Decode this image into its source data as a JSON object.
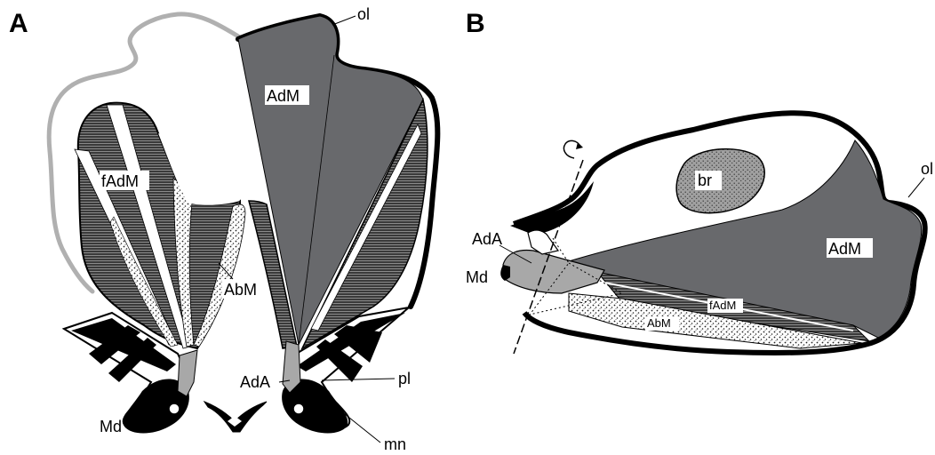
{
  "panel_a": {
    "letter": "A",
    "labels": {
      "ol": "ol",
      "adm": "AdM",
      "fadm": "fAdM",
      "abm": "AbM",
      "ada": "AdA",
      "pl": "pl",
      "md": "Md",
      "mn": "mn"
    }
  },
  "panel_b": {
    "letter": "B",
    "labels": {
      "ol": "ol",
      "br": "br",
      "adm": "AdM",
      "ada": "AdA",
      "md": "Md",
      "fadm": "fAdM",
      "abm": "AbM"
    }
  },
  "colors": {
    "adductor_muscle": "#68696c",
    "outline": "#000000",
    "left_shell_outline": "#b0b0b0",
    "abm_fill": "#ffffff",
    "light_gray": "#a8a8a8"
  }
}
